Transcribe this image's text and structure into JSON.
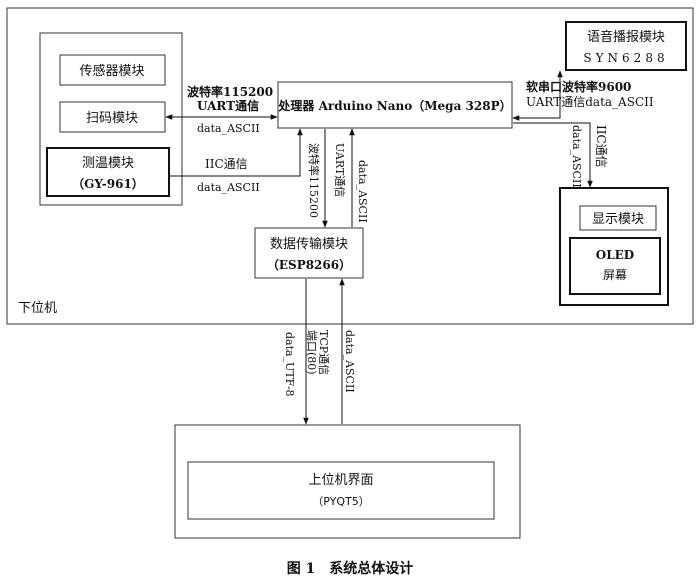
{
  "diagram": {
    "lower_machine_label": "下位机",
    "caption": "图 1　系统总体设计",
    "modules": {
      "sensor": "传感器模块",
      "scan": "扫码模块",
      "temp_line1": "测温模块",
      "temp_line2": "（GY-961）",
      "processor": "处理器 Arduino Nano（Mega 328P）",
      "voice_line1": "语音播报模块",
      "voice_line2": "SYN6288",
      "display": "显示模块",
      "oled_line1": "OLED",
      "oled_line2": "屏幕",
      "esp_line1": "数据传输模块",
      "esp_line2": "（ESP8266）",
      "ui_line1": "上位机界面",
      "ui_line2": "（PYQT5）"
    },
    "labels": {
      "scan_baud": "波特率115200",
      "scan_uart": "UART通信",
      "scan_data": "data_ASCII",
      "temp_iic": "IIC通信",
      "temp_data": "data_ASCII",
      "voice_baud": "软串口波特率9600",
      "voice_uart": "UART通信data_ASCII",
      "disp_data": "data_ASCII",
      "disp_iic": "IIC通信",
      "esp_baud": "波特率115200",
      "esp_uart": "UART通信",
      "esp_data": "data_ASCII",
      "ui_data_utf": "data_UTF-8",
      "ui_tcp_line1": "TCP通信",
      "ui_tcp_line2": "端口(80)",
      "ui_data_ascii": "data_ASCII"
    }
  }
}
